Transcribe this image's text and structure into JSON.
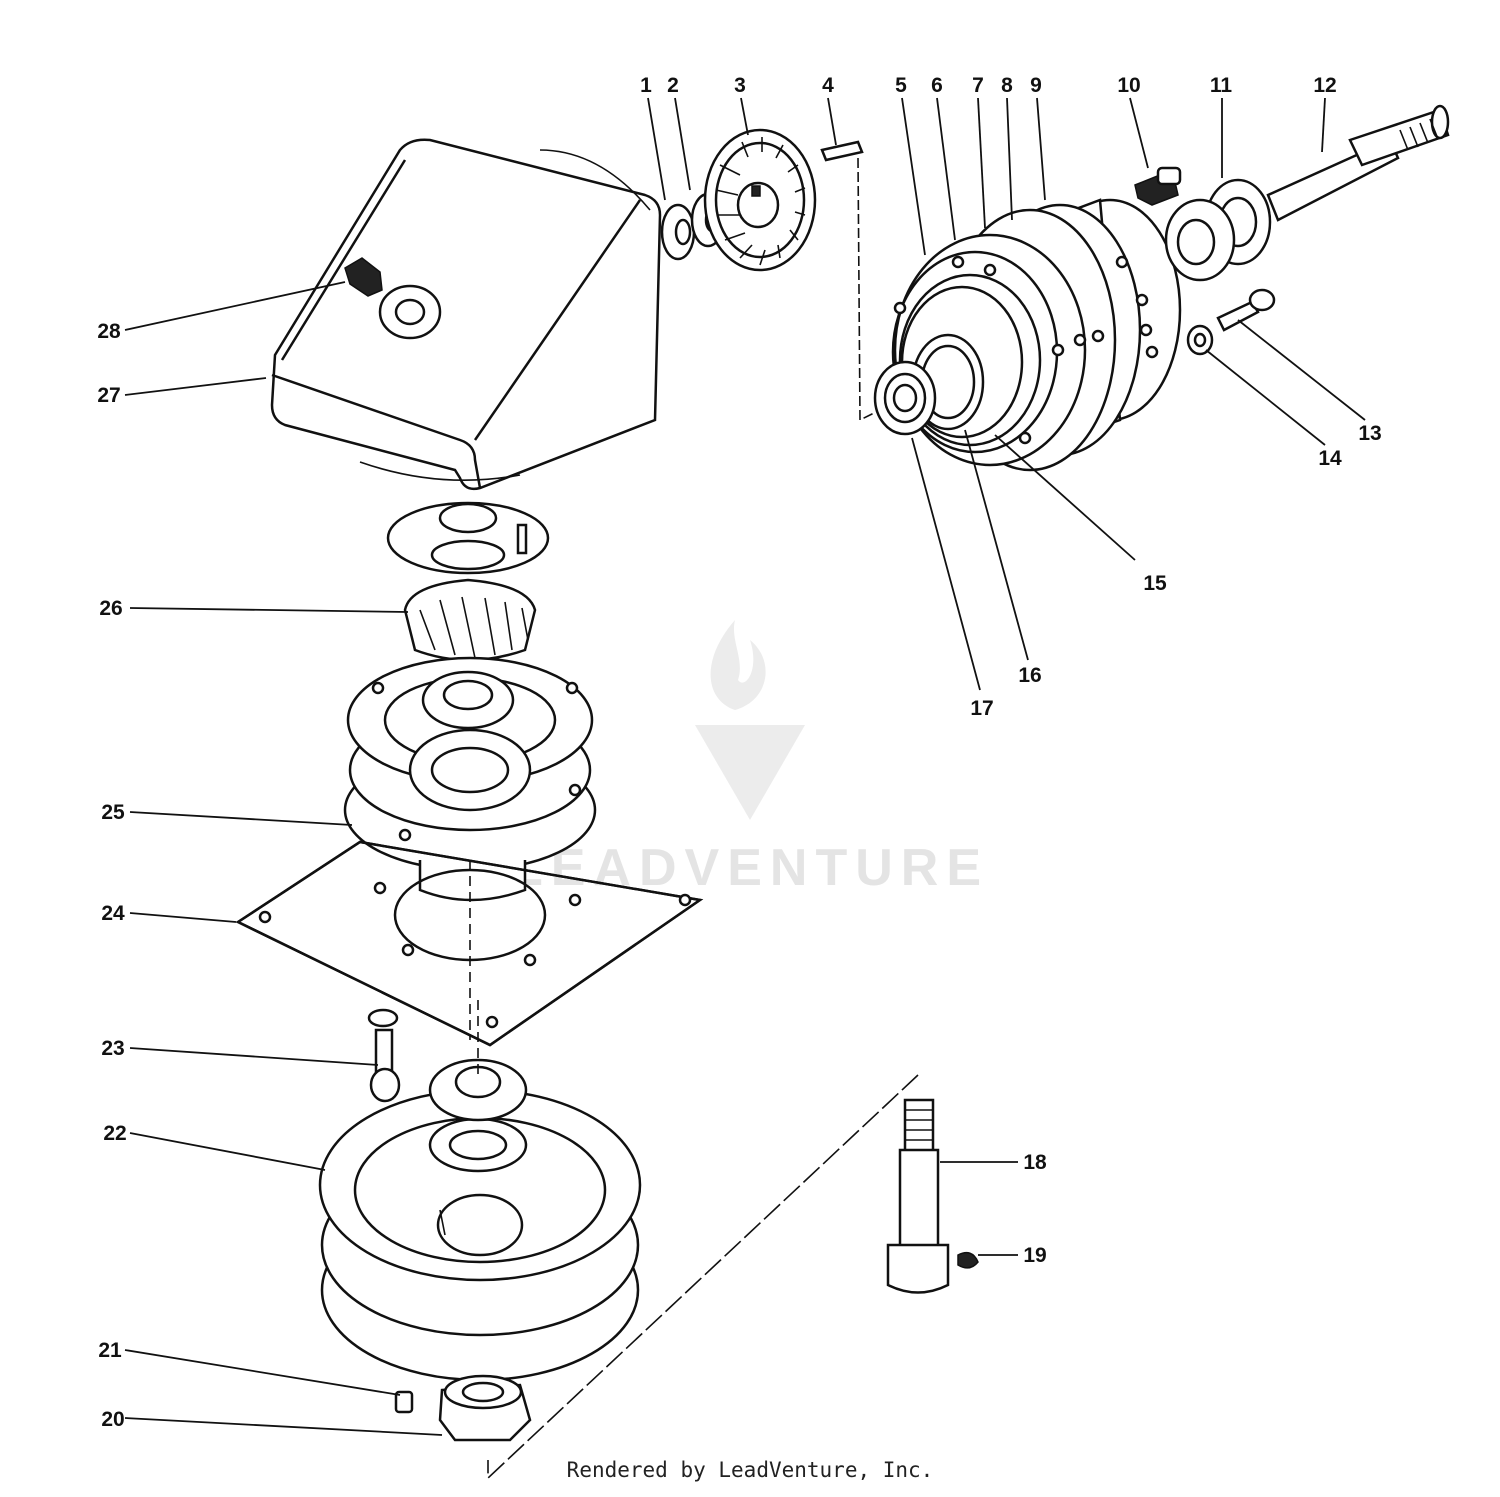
{
  "diagram": {
    "callouts": [
      "1",
      "2",
      "3",
      "4",
      "5",
      "6",
      "7",
      "8",
      "9",
      "10",
      "11",
      "12",
      "13",
      "14",
      "15",
      "16",
      "17",
      "18",
      "19",
      "20",
      "21",
      "22",
      "23",
      "24",
      "25",
      "26",
      "27",
      "28"
    ]
  },
  "watermark": {
    "text": "LEADVENTURE",
    "icon": "flame-v-logo-icon"
  },
  "footer": {
    "credit": "Rendered by LeadVenture, Inc."
  }
}
